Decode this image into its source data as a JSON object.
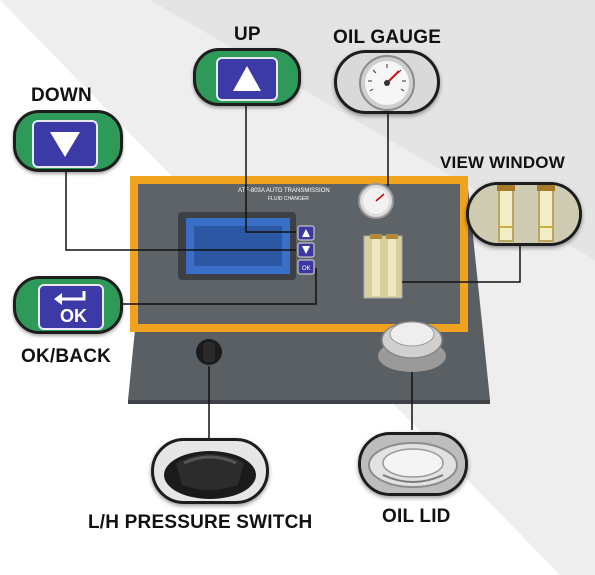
{
  "labels": {
    "up": "UP",
    "down": "DOWN",
    "oil_gauge": "OIL GAUGE",
    "view_window": "VIEW WINDOW",
    "ok_back": "OK/BACK",
    "lh_pressure_switch": "L/H PRESSURE SWITCH",
    "oil_lid": "OIL LID"
  },
  "panel": {
    "model_line1": "ATF-803A AUTO TRANSMISSION",
    "model_line2": "FLUID CHANGER",
    "ok_text": "OK"
  },
  "callout_ok_text": "OK",
  "colors": {
    "panel_grey": "#5c6166",
    "frame_orange": "#f0a31e",
    "button_green": "#2e9a5a",
    "button_blue": "#3c3aa6",
    "lcd_blue": "#2f63b8"
  },
  "icons": [
    "up-arrow-icon",
    "down-arrow-icon",
    "back-arrow-icon"
  ]
}
